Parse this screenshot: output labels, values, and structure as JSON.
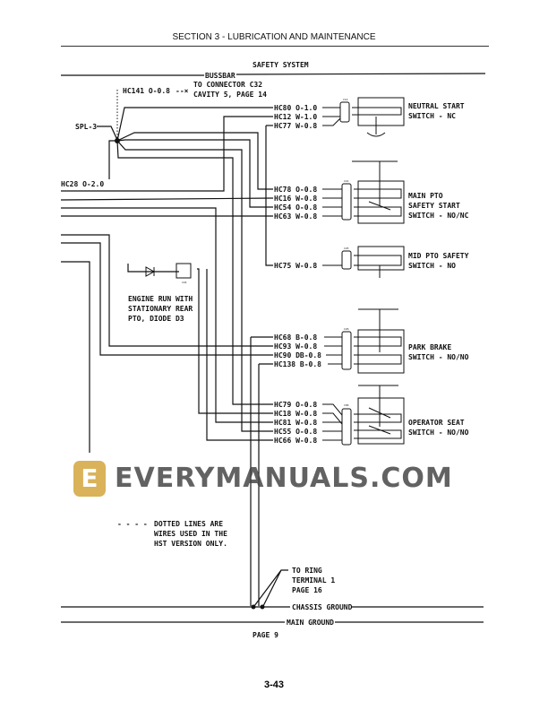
{
  "header": {
    "section": "SECTION 3 - LUBRICATION AND MAINTENANCE"
  },
  "diagram": {
    "title": "SAFETY SYSTEM",
    "bussbar": "BUSSBAR",
    "splice": "SPL-3",
    "hc141": "HC141 O-0.8",
    "connector_note": [
      "TO CONNECTOR C32",
      "CAVITY 5, PAGE 14"
    ],
    "hc28": "HC28 O-2.0",
    "switches": [
      {
        "name": [
          "NEUTRAL START",
          "SWITCH - NC"
        ],
        "connector": "C12",
        "wires": [
          "HC80 O-1.0",
          "HC12 W-1.0",
          "HC77 W-0.8"
        ]
      },
      {
        "name": [
          "MAIN PTO",
          "SAFETY START",
          "SWITCH - NO/NC"
        ],
        "connector": "C21",
        "wires": [
          "HC78 O-0.8",
          "HC16 W-0.8",
          "HC54 O-0.8",
          "HC63 W-0.8"
        ]
      },
      {
        "name": [
          "MID PTO SAFETY",
          "SWITCH - NO"
        ],
        "connector": "C25",
        "wires": [
          "HC75 W-0.8"
        ]
      },
      {
        "name": [
          "PARK BRAKE",
          "SWITCH - NO/NO"
        ],
        "connector": "C26",
        "wires": [
          "HC68 B-0.8",
          "HC93 W-0.8",
          "HC90 DB-0.8",
          "HC138 B-0.8"
        ]
      },
      {
        "name": [
          "OPERATOR SEAT",
          "SWITCH - NO/NO"
        ],
        "connector": "C06",
        "wires": [
          "HC79 O-0.8",
          "HC18 W-0.8",
          "HC81 W-0.8",
          "HC55 O-0.8",
          "HC66 W-0.8"
        ]
      }
    ],
    "diode_connector": "C24",
    "diode_note": [
      "ENGINE RUN WITH",
      "STATIONARY REAR",
      "PTO, DIODE D3"
    ],
    "legend": {
      "symbol": "- - - -",
      "text": [
        "DOTTED LINES ARE",
        "WIRES USED IN THE",
        "HST VERSION ONLY."
      ]
    },
    "ring_note": [
      "TO RING",
      "TERMINAL 1",
      "PAGE 16"
    ],
    "chassis_ground": "CHASSIS GROUND",
    "main_ground": "MAIN GROUND",
    "page_ref": "PAGE 9"
  },
  "watermark": {
    "text": "EVERYMANUALS.COM",
    "logo": "E"
  },
  "footer": {
    "page_number": "3-43"
  }
}
